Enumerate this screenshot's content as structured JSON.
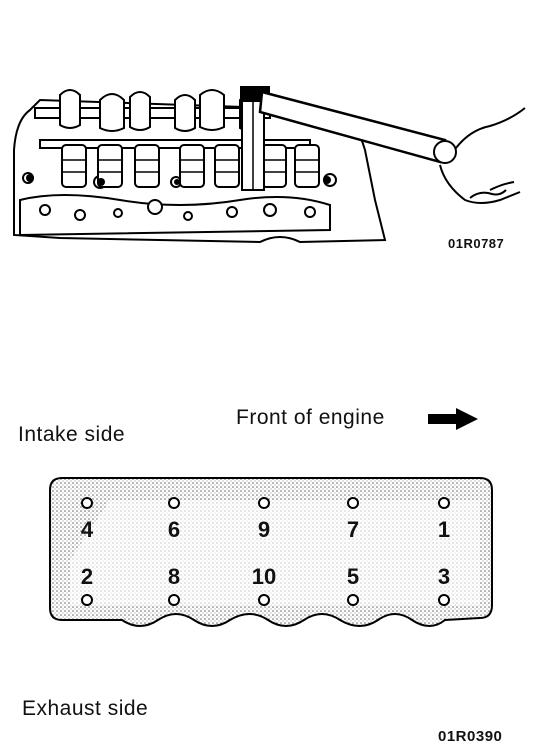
{
  "top_figure": {
    "ref_code": "01R0787"
  },
  "bottom_figure": {
    "intake_label": "Intake side",
    "front_label": "Front of engine",
    "exhaust_label": "Exhaust side",
    "ref_code": "01R0390",
    "arrow_icon": "arrow-right-icon",
    "bolts_intake_row": [
      "4",
      "6",
      "9",
      "7",
      "1"
    ],
    "bolts_exhaust_row": [
      "2",
      "8",
      "10",
      "5",
      "3"
    ]
  }
}
